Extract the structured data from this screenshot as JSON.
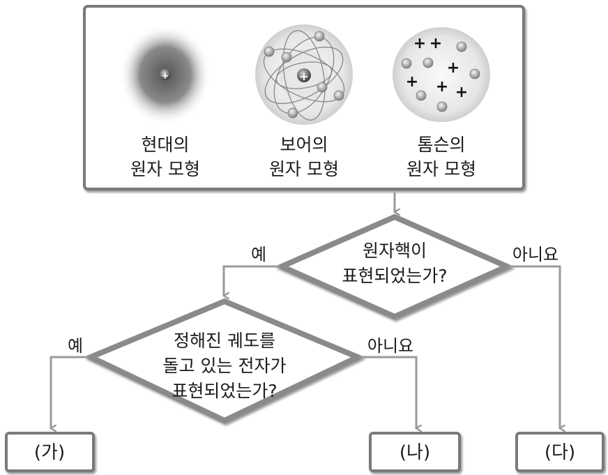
{
  "models": [
    {
      "line1": "현대의",
      "line2": "원자 모형",
      "icon": "electron-cloud-atom"
    },
    {
      "line1": "보어의",
      "line2": "원자 모형",
      "icon": "bohr-orbit-atom"
    },
    {
      "line1": "톰슨의",
      "line2": "원자 모형",
      "icon": "plum-pudding-atom"
    }
  ],
  "question1": {
    "line1": "원자핵이",
    "line2": "표현되었는가?",
    "yes": "예",
    "no": "아니요"
  },
  "question2": {
    "line1": "정해진 궤도를",
    "line2": "돌고 있는 전자가",
    "line3": "표현되었는가?",
    "yes": "예",
    "no": "아니요"
  },
  "results": {
    "a": "(가)",
    "b": "(나)",
    "c": "(다)"
  },
  "colors": {
    "border": "#7a7a7a",
    "line": "#9a9a9a"
  }
}
